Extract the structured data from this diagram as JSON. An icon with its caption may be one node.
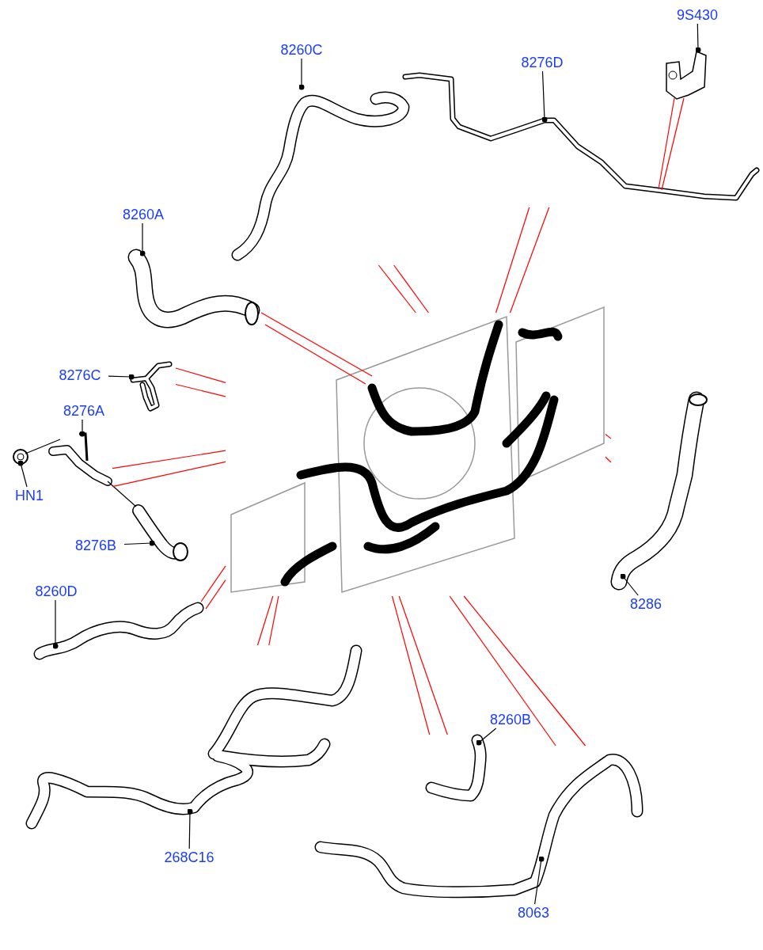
{
  "diagram": {
    "nodes": [
      {
        "text": [
          "8260C"
        ]
      },
      {
        "text": [],
        "shape": "picture"
      },
      {
        "text": [
          "8276D"
        ]
      },
      {
        "text": [],
        "shape": "picture"
      },
      {
        "text": [
          "9S430"
        ]
      },
      {
        "text": [],
        "shape": "picture"
      },
      {
        "text": [
          "8260A"
        ]
      },
      {
        "text": [],
        "shape": "picture"
      },
      {
        "text": [
          "8276C"
        ]
      },
      {
        "text": [],
        "shape": "picture"
      },
      {
        "text": [
          "8276A"
        ]
      },
      {
        "text": [],
        "shape": "picture"
      },
      {
        "text": [
          "HN1"
        ]
      },
      {
        "text": [],
        "shape": "picture"
      },
      {
        "text": [
          "8276B"
        ]
      },
      {
        "text": [],
        "shape": "picture"
      },
      {
        "text": [],
        "shape": "picture"
      },
      {
        "text": [
          "8286"
        ]
      },
      {
        "text": [],
        "shape": "picture"
      },
      {
        "text": [
          "8260D"
        ]
      },
      {
        "text": [],
        "shape": "picture"
      },
      {
        "text": [
          "268C16"
        ]
      },
      {
        "text": [],
        "shape": "picture"
      },
      {
        "text": [
          "8260B"
        ]
      },
      {
        "text": [],
        "shape": "picture"
      },
      {
        "text": [
          "8063"
        ]
      },
      {
        "text": [],
        "shape": "picture"
      }
    ],
    "edges": [
      {
        "from": 0,
        "to": 1,
        "arrow": "other",
        "color": "#000000"
      },
      {
        "from": 2,
        "to": 3,
        "arrow": "other",
        "color": "#000000"
      },
      {
        "from": 4,
        "to": 5,
        "arrow": "other",
        "color": "#000000"
      },
      {
        "from": 6,
        "to": 7,
        "arrow": "other",
        "color": "#000000"
      },
      {
        "from": 8,
        "to": 9,
        "arrow": "other",
        "color": "#000000"
      },
      {
        "from": 10,
        "to": 11,
        "arrow": "other",
        "color": "#000000"
      },
      {
        "from": 12,
        "to": 13,
        "arrow": "other",
        "color": "#000000"
      },
      {
        "from": 14,
        "to": 15,
        "arrow": "other",
        "color": "#000000"
      },
      {
        "from": 17,
        "to": 18,
        "arrow": "other",
        "color": "#000000"
      },
      {
        "from": 19,
        "to": 20,
        "arrow": "other",
        "color": "#000000"
      },
      {
        "from": 21,
        "to": 22,
        "arrow": "other",
        "color": "#000000"
      },
      {
        "from": 23,
        "to": 24,
        "arrow": "other",
        "color": "#000000"
      },
      {
        "from": 25,
        "to": 26,
        "arrow": "other",
        "color": "#000000"
      },
      {
        "from": 13,
        "to": 11,
        "arrow": "none",
        "color": "#000000"
      },
      {
        "from": 11,
        "to": 15,
        "arrow": "none",
        "color": "#000000"
      },
      {
        "from": 1,
        "to": 16,
        "arrow": "none",
        "color": "#ff0000"
      },
      {
        "from": 1,
        "to": 16,
        "arrow": "none",
        "color": "#ff0000"
      },
      {
        "from": 3,
        "to": 16,
        "arrow": "none",
        "color": "#ff0000"
      },
      {
        "from": 3,
        "to": 16,
        "arrow": "none",
        "color": "#ff0000"
      },
      {
        "from": 5,
        "to": 3,
        "arrow": "none",
        "color": "#ff0000"
      },
      {
        "from": 5,
        "to": 3,
        "arrow": "none",
        "color": "#ff0000"
      },
      {
        "from": 7,
        "to": 16,
        "arrow": "none",
        "color": "#ff0000"
      },
      {
        "from": 7,
        "to": 16,
        "arrow": "none",
        "color": "#ff0000"
      },
      {
        "from": 9,
        "to": 16,
        "arrow": "none",
        "color": "#ff0000"
      },
      {
        "from": 9,
        "to": 16,
        "arrow": "none",
        "color": "#ff0000"
      },
      {
        "from": 11,
        "to": 16,
        "arrow": "none",
        "color": "#ff0000"
      },
      {
        "from": 11,
        "to": 16,
        "arrow": "none",
        "color": "#ff0000"
      },
      {
        "from": 18,
        "to": 16,
        "arrow": "none",
        "color": "#ff0000"
      },
      {
        "from": 18,
        "to": 16,
        "arrow": "none",
        "color": "#ff0000"
      },
      {
        "from": 20,
        "to": 16,
        "arrow": "none",
        "color": "#ff0000"
      },
      {
        "from": 20,
        "to": 16,
        "arrow": "none",
        "color": "#ff0000"
      },
      {
        "from": 22,
        "to": 16,
        "arrow": "none",
        "color": "#ff0000"
      },
      {
        "from": 22,
        "to": 16,
        "arrow": "none",
        "color": "#ff0000"
      },
      {
        "from": 24,
        "to": 16,
        "arrow": "none",
        "color": "#ff0000"
      },
      {
        "from": 24,
        "to": 16,
        "arrow": "none",
        "color": "#ff0000"
      },
      {
        "from": 26,
        "to": 16,
        "arrow": "none",
        "color": "#ff0000"
      },
      {
        "from": 26,
        "to": 16,
        "arrow": "none",
        "color": "#ff0000"
      }
    ]
  }
}
